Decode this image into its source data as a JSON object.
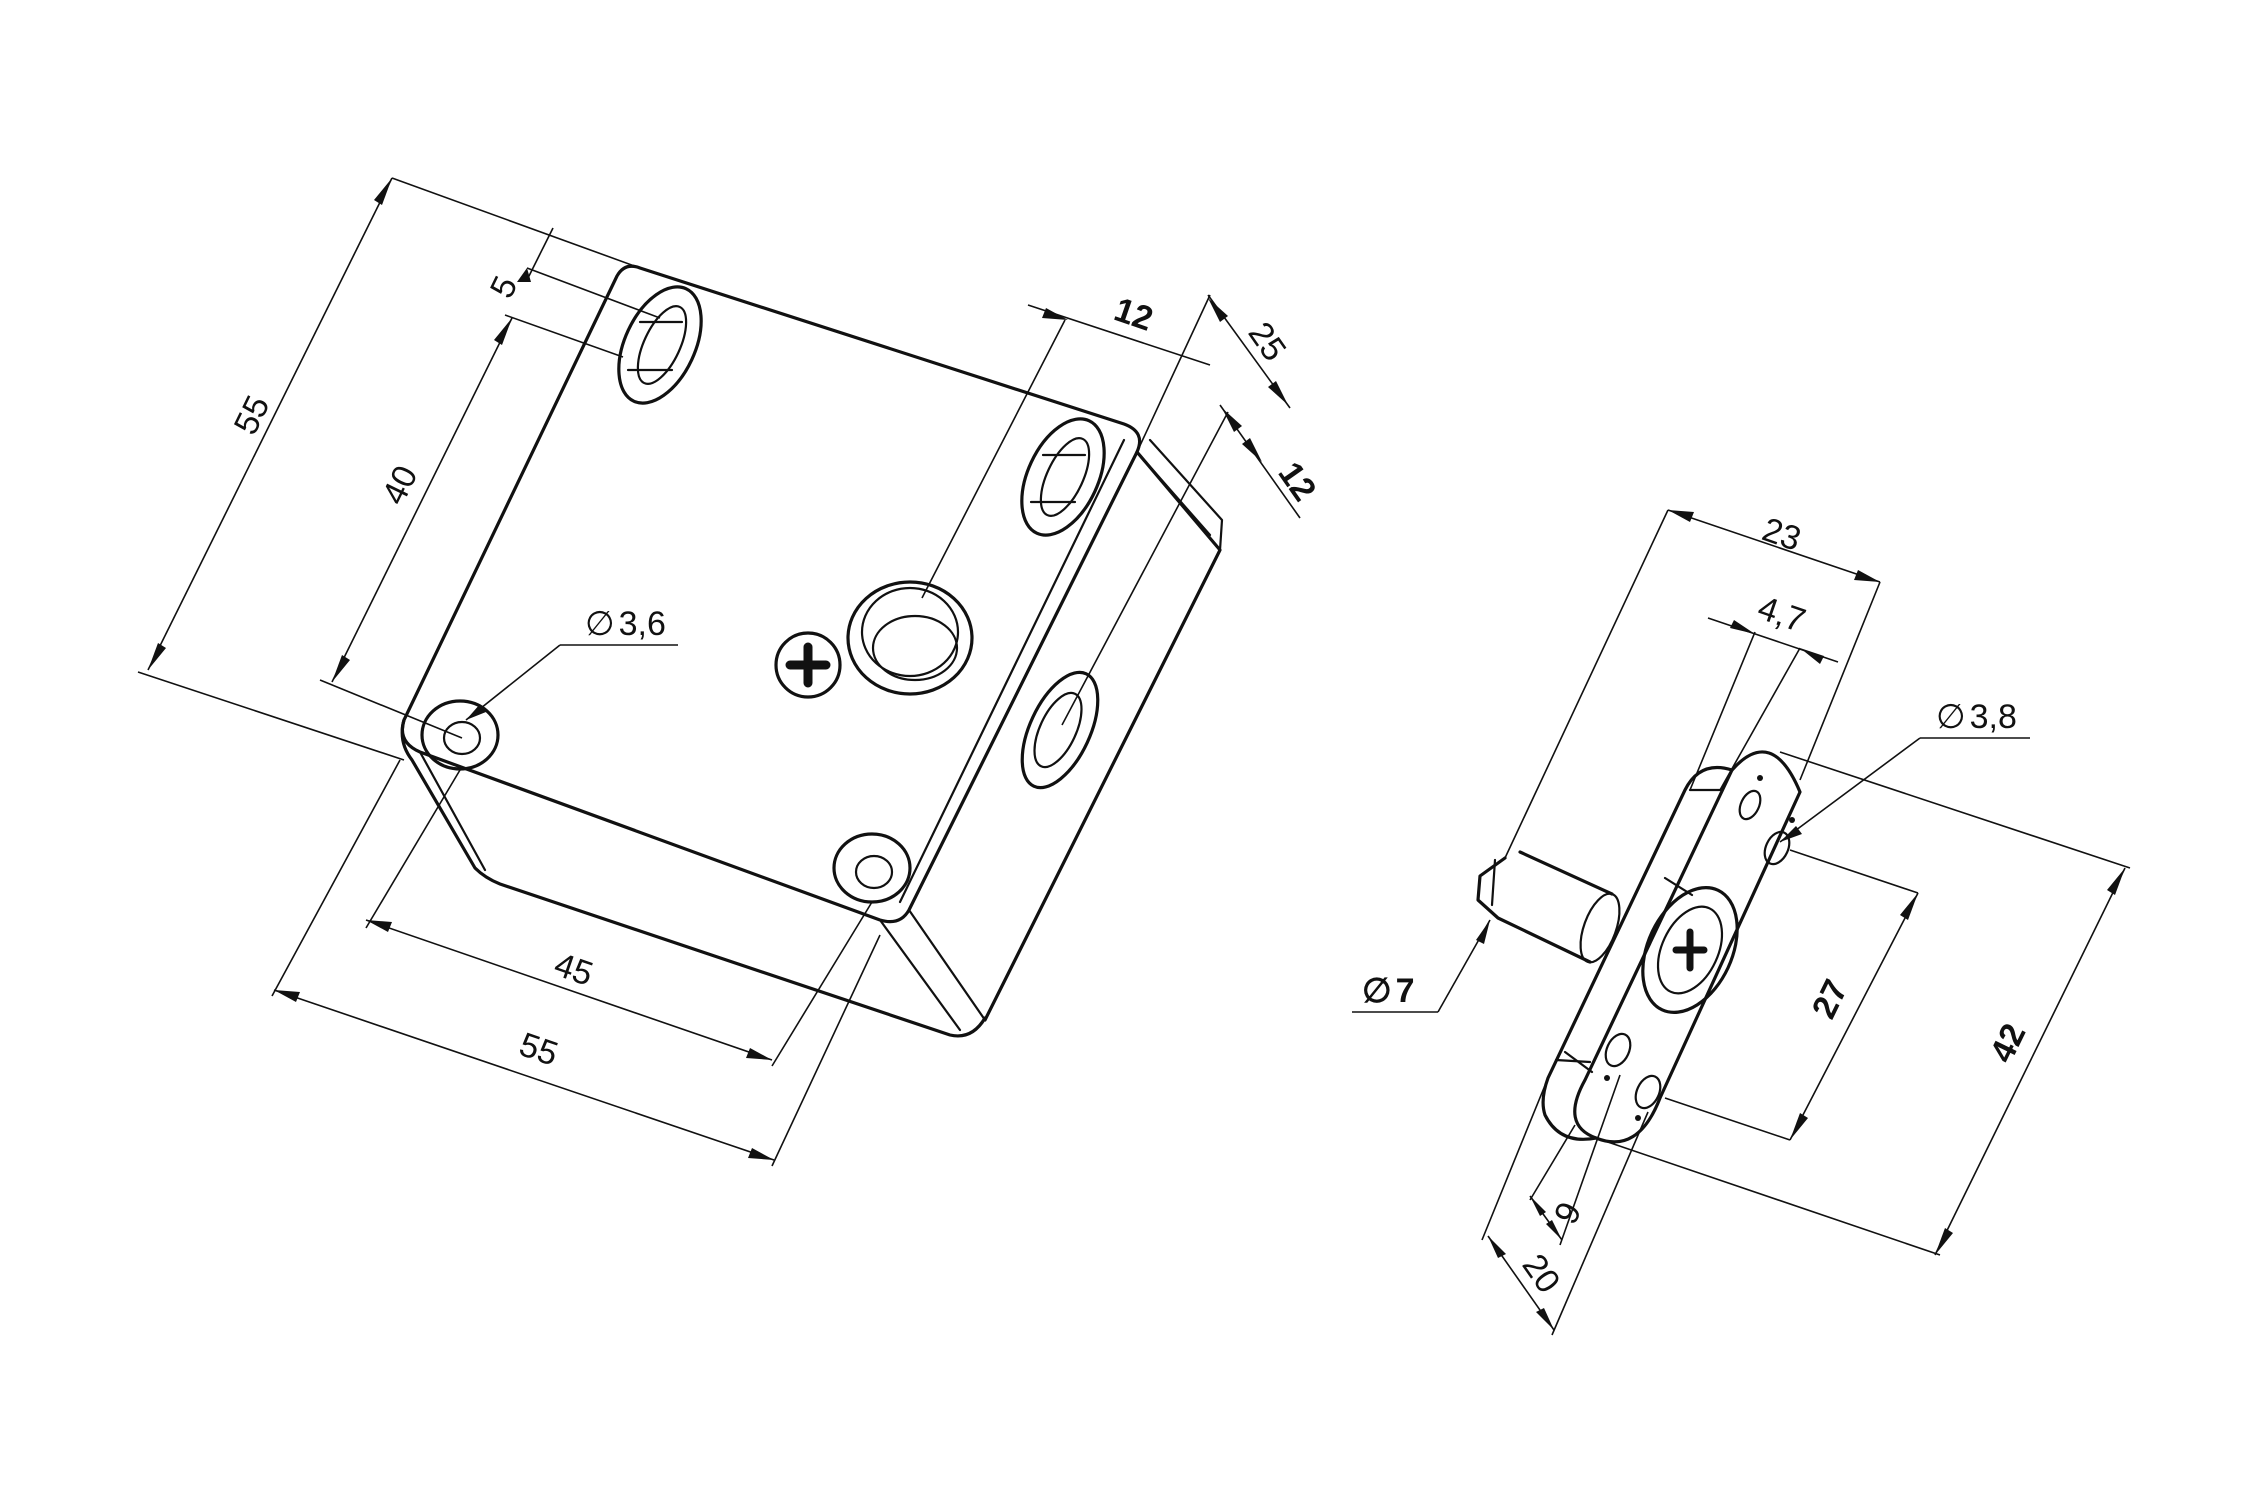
{
  "lock_body": {
    "dimensions": [
      {
        "id": "height-55",
        "label": "55"
      },
      {
        "id": "hole-spacing-40",
        "label": "40"
      },
      {
        "id": "slot-5",
        "label": "5"
      },
      {
        "id": "hole-diameter",
        "label": "3,6",
        "prefix": "∅"
      },
      {
        "id": "hole-spacing-45",
        "label": "45"
      },
      {
        "id": "width-55",
        "label": "55"
      },
      {
        "id": "offset-12-top",
        "label": "12",
        "bold": true
      },
      {
        "id": "depth-25",
        "label": "25"
      },
      {
        "id": "offset-12-side",
        "label": "12",
        "bold": true
      }
    ]
  },
  "strike_plate": {
    "dimensions": [
      {
        "id": "width-23",
        "label": "23"
      },
      {
        "id": "slot-4-7",
        "label": "4,7"
      },
      {
        "id": "hole-diameter",
        "label": "3,8",
        "prefix": "∅"
      },
      {
        "id": "pin-diameter",
        "label": "7",
        "prefix": "∅",
        "bold": true
      },
      {
        "id": "hole-spacing-27",
        "label": "27",
        "bold": true
      },
      {
        "id": "length-42",
        "label": "42",
        "bold": true
      },
      {
        "id": "offset-9",
        "label": "9"
      },
      {
        "id": "height-20",
        "label": "20"
      }
    ]
  }
}
